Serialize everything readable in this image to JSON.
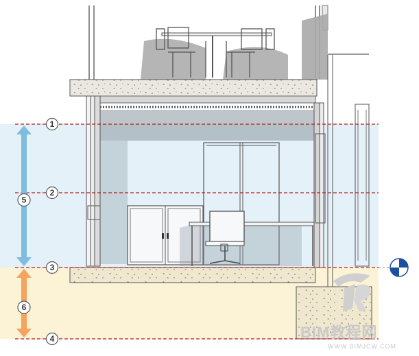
{
  "diagram": {
    "colors": {
      "zone_upper": "#dfeef7",
      "zone_lower": "#fcf1d2",
      "level_line": "#b81c1c",
      "arrow_upper": "#7fbde0",
      "arrow_lower": "#f3a45f",
      "structure": "#555555",
      "slab_fill": "#e9e6df",
      "shadow": "#9a9a9a"
    },
    "levels": [
      {
        "id": "1",
        "label": "1"
      },
      {
        "id": "2",
        "label": "2"
      },
      {
        "id": "3",
        "label": "3"
      },
      {
        "id": "4",
        "label": "4"
      }
    ],
    "zones": [
      {
        "id": "5",
        "label": "5",
        "span": [
          "1",
          "3"
        ]
      },
      {
        "id": "6",
        "label": "6",
        "span": [
          "3",
          "4"
        ]
      }
    ],
    "view_marker_icon": "elevation-target-icon"
  },
  "watermark": {
    "logo_icon": "bim-logo-icon",
    "text": "BIM教程网",
    "url": "WWW.BIMJCW.COM"
  }
}
